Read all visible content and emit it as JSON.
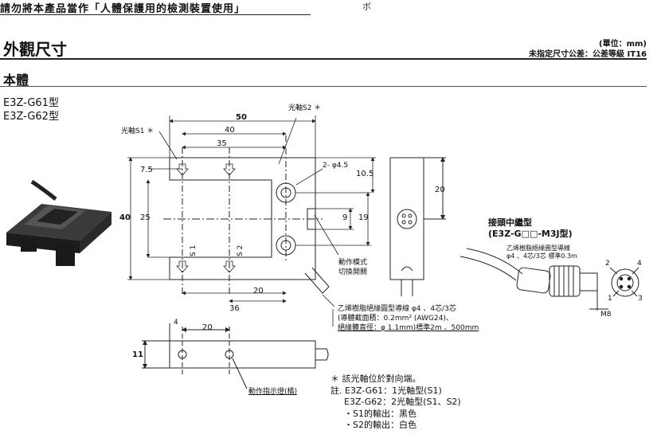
{
  "header": {
    "top_left": "請勿將本產品當作「人體保護用的檢測裝置使用」",
    "top_right": "ボ"
  },
  "section": {
    "title": "外觀尺寸",
    "unit": "(單位：mm)",
    "tolerance": "未指定尺寸公差：公差等級 IT16"
  },
  "body_title": "本體",
  "models": [
    "E3Z-G61型",
    "E3Z-G62型"
  ],
  "front_view": {
    "axis_s2_label": "光軸S2 ＊",
    "axis_s1_label": "光軸S1 ＊",
    "dim_50": "50",
    "dim_40": "40",
    "dim_35": "35",
    "dim_7_5": "7.5",
    "dim_25": "25",
    "dim_40v": "40",
    "dim_20": "20",
    "dim_36": "36",
    "hole_label": "2- φ4.5",
    "dim_10_5": "10.5",
    "dim_9": "9",
    "dim_19": "19",
    "s1": "S 1",
    "s2": "S 2",
    "mode_switch_1": "動作模式",
    "mode_switch_2": "切換開關"
  },
  "side_view": {
    "dim_20": "20"
  },
  "cable_note": {
    "line1": "乙烯樹脂絕緣圓型導線 φ4 、4芯/3芯",
    "line2": "(導體截面積：0.2mm² (AWG24)、",
    "line3": "絕緣體直徑：φ 1.1mm)標準2m 、500mm"
  },
  "connector": {
    "title": "接頭中繼型",
    "model": "(E3Z-G□□-M3J型)",
    "cable1": "乙烯樹脂絕緣圓型導線",
    "cable2": "φ4 、4芯/3芯 標準0.3m",
    "pin1": "1",
    "pin2": "2",
    "pin3": "3",
    "pin4": "4",
    "m8": "M8"
  },
  "bottom_view": {
    "dim_4": "4",
    "dim_20": "20",
    "dim_11": "11",
    "indicator": "動作指示燈(橘)"
  },
  "notes": {
    "star": "＊ 該光軸位於對向端。",
    "note1": "註. E3Z-G61：1光軸型(S1)",
    "note2": "E3Z-G62：2光軸型(S1、S2)",
    "note3": "・S1的輸出：黑色",
    "note4": "・S2的輸出：白色"
  }
}
